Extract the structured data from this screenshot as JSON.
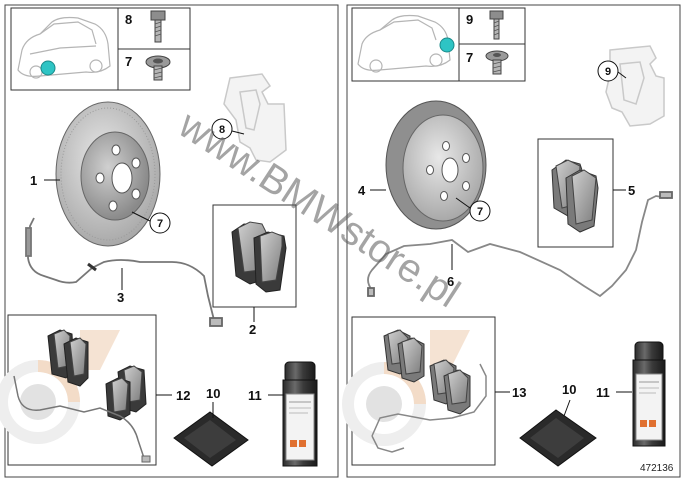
{
  "watermark": "www.BMWstore.pl",
  "ref_number": "472136",
  "left_panel": {
    "inset_top_num": "8",
    "inset_bottom_num": "7",
    "callouts": {
      "disc": "1",
      "pads": "2",
      "sensor": "3",
      "caliper_carrier": "8",
      "disc_bolt": "7",
      "kit": "12",
      "paste": "10",
      "spray": "11"
    }
  },
  "right_panel": {
    "inset_top_num": "9",
    "inset_bottom_num": "7",
    "callouts": {
      "disc": "4",
      "pads": "5",
      "sensor": "6",
      "caliper_carrier": "9",
      "disc_bolt": "7",
      "kit": "13",
      "paste": "10",
      "spray": "11"
    }
  }
}
